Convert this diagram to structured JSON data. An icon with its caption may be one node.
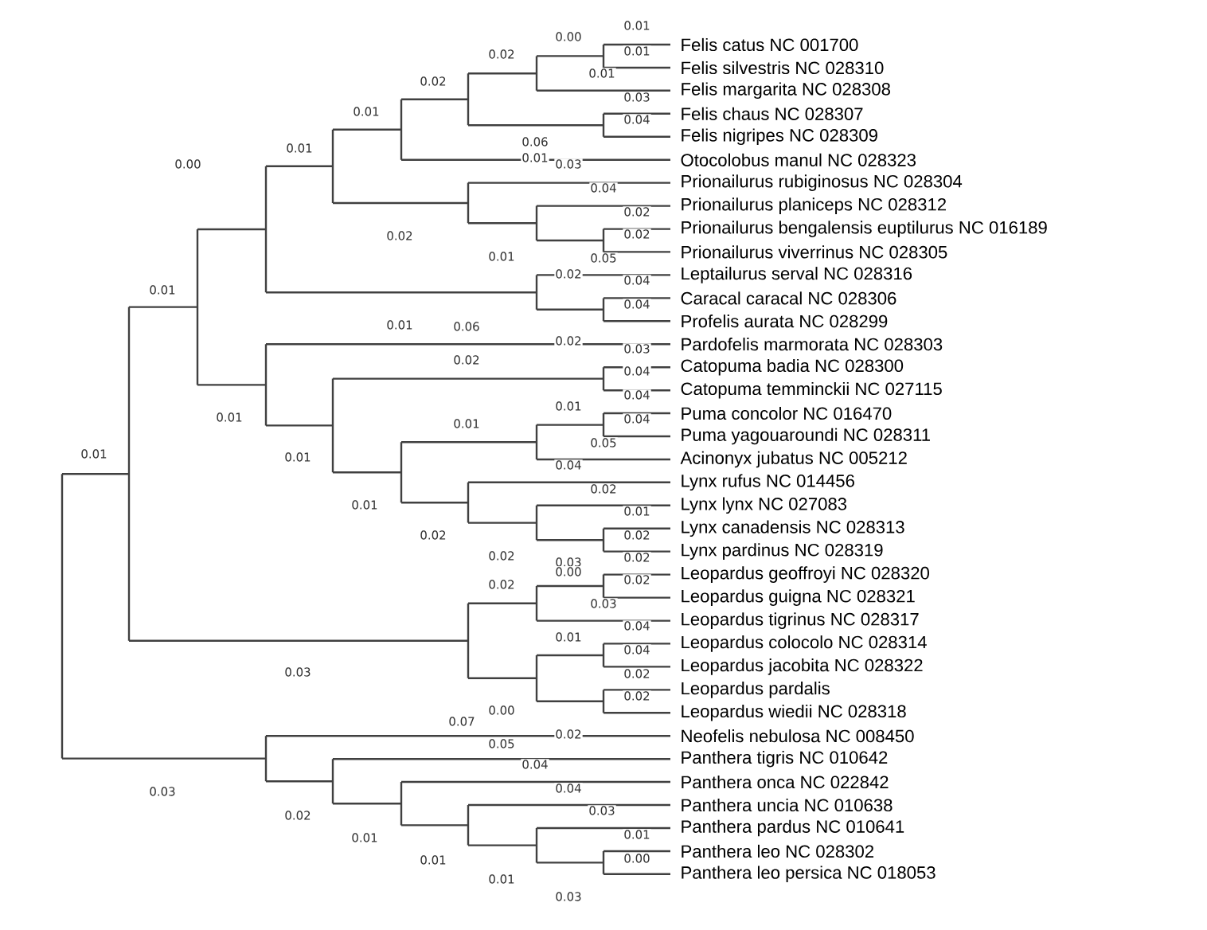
{
  "diagram": {
    "labels": [
      "Felis catus NC 001700",
      "Felis silvestris NC 028310",
      "Felis margarita NC 028308",
      "Felis chaus NC 028307",
      "Felis nigripes NC 028309",
      "Otocolobus manul NC 028323",
      "Prionailurus rubiginosus NC 028304",
      "Prionailurus planiceps NC 028312",
      "Prionailurus bengalensis euptilurus NC 016189",
      "Prionailurus viverrinus NC 028305",
      "Leptailurus serval NC 028316",
      "Caracal caracal NC 028306",
      "Profelis aurata NC 028299",
      "Pardofelis marmorata NC 028303",
      "Catopuma badia NC 028300",
      "Catopuma temminckii NC 027115",
      "Puma concolor NC 016470",
      "Puma yagouaroundi NC 028311",
      "Acinonyx jubatus NC 005212",
      "Lynx rufus NC 014456",
      "Lynx lynx NC 027083",
      "Lynx canadensis NC 028313",
      "Lynx pardinus NC 028319",
      "Leopardus geoffroyi NC 028320",
      "Leopardus guigna NC 028321",
      "Leopardus tigrinus NC 028317",
      "Leopardus colocolo NC 028314",
      "Leopardus jacobita NC 028322",
      "Leopardus pardalis",
      "Leopardus wiedii NC 028318",
      "Neofelis nebulosa NC 008450",
      "Panthera tigris NC 010642",
      "Panthera onca NC 022842",
      "Panthera uncia NC 010638",
      "Panthera pardus NC 010641",
      "Panthera leo NC 028302",
      "Panthera leo persica NC 018053",
      "0.01",
      "0.00",
      "0.01",
      "0.02",
      "0.01",
      "0.02",
      "0.03",
      "0.01",
      "0.04",
      "0.06",
      "0.01",
      "0.01",
      "0.00",
      "0.03",
      "0.04",
      "0.02",
      "0.02",
      "0.02",
      "0.01",
      "0.05",
      "0.02",
      "0.04",
      "0.01",
      "0.04",
      "0.01",
      "0.06",
      "0.02",
      "0.03",
      "0.02",
      "0.04",
      "0.04",
      "0.01",
      "0.01",
      "0.04",
      "0.01",
      "0.05",
      "0.01",
      "0.01",
      "0.04",
      "0.02",
      "0.01",
      "0.01",
      "0.02",
      "0.02",
      "0.02",
      "0.02",
      "0.03",
      "0.00",
      "0.02",
      "0.02",
      "0.03",
      "0.04",
      "0.01",
      "0.04",
      "0.03",
      "0.02",
      "0.02",
      "0.00",
      "0.07",
      "0.02",
      "0.05",
      "0.04",
      "0.03",
      "0.04",
      "0.03",
      "0.02",
      "0.01",
      "0.01",
      "0.00",
      "0.01",
      "0.01",
      "0.03"
    ]
  }
}
